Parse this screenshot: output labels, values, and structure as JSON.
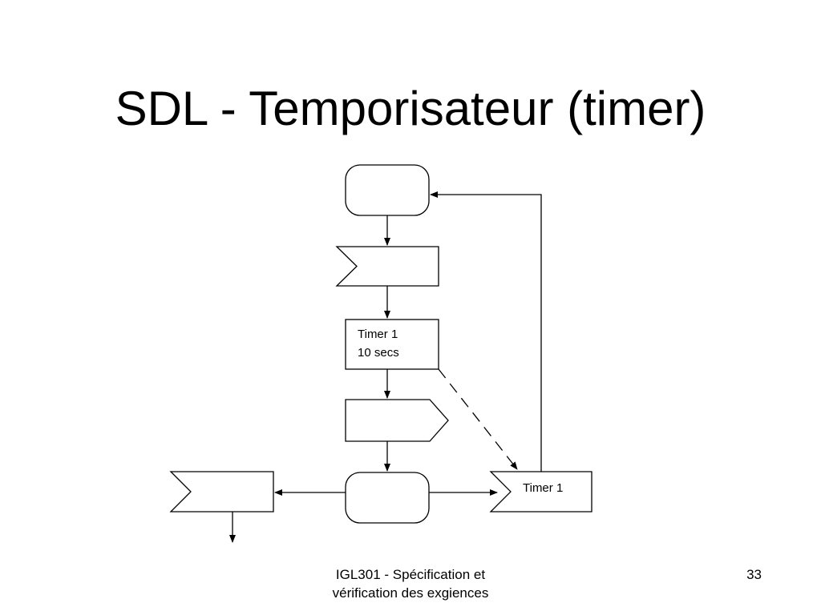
{
  "slide": {
    "title": "SDL - Temporisateur (timer)",
    "footer_line1": "IGL301 - Spécification et",
    "footer_line2": "vérification des exgiences",
    "page_number": "33"
  },
  "diagram": {
    "set_timer": {
      "line1": "Timer 1",
      "line2": "10 secs"
    },
    "timer_input_label": "Timer 1"
  }
}
